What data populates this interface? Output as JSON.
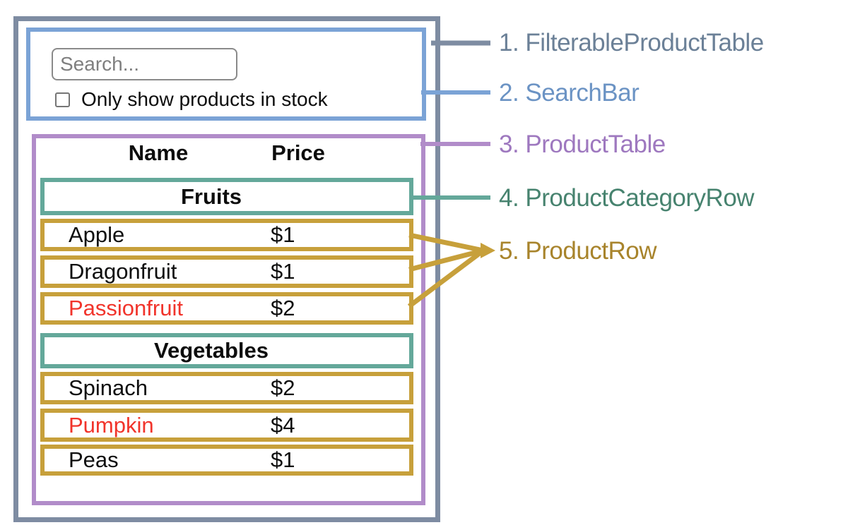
{
  "colors": {
    "slate": "#7e8ca2",
    "blue": "#7ba3d6",
    "purple": "#b18cc9",
    "teal": "#64a89a",
    "gold": "#c7a03b",
    "red": "#f1342b",
    "text": "#0d0d0d",
    "input_border": "#8a8a8a",
    "placeholder": "#7f7f7f",
    "checkbox_border": "#757575"
  },
  "search_bar": {
    "placeholder": "Search...",
    "checkbox_label": "Only show products in stock",
    "checkbox_checked": false
  },
  "product_table": {
    "header": {
      "name": "Name",
      "price": "Price"
    },
    "fruits": {
      "category": "Fruits",
      "rows": [
        {
          "name": "Apple",
          "price": "$1",
          "highlight": "none"
        },
        {
          "name": "Dragonfruit",
          "price": "$1",
          "highlight": "none"
        },
        {
          "name": "Passionfruit",
          "price": "$2",
          "highlight": "red"
        }
      ]
    },
    "vegetables": {
      "category": "Vegetables",
      "rows": [
        {
          "name": "Spinach",
          "price": "$2",
          "highlight": "none"
        },
        {
          "name": "Pumpkin",
          "price": "$4",
          "highlight": "red"
        },
        {
          "name": "Peas",
          "price": "$1",
          "highlight": "none"
        }
      ]
    }
  },
  "legend": {
    "items": [
      {
        "label": "1. FilterableProductTable",
        "color": "#6b8097"
      },
      {
        "label": "2. SearchBar",
        "color": "#6b93c4"
      },
      {
        "label": "3. ProductTable",
        "color": "#9e78bf"
      },
      {
        "label": "4. ProductCategoryRow",
        "color": "#47836f"
      },
      {
        "label": "5. ProductRow",
        "color": "#a8842c"
      }
    ]
  }
}
